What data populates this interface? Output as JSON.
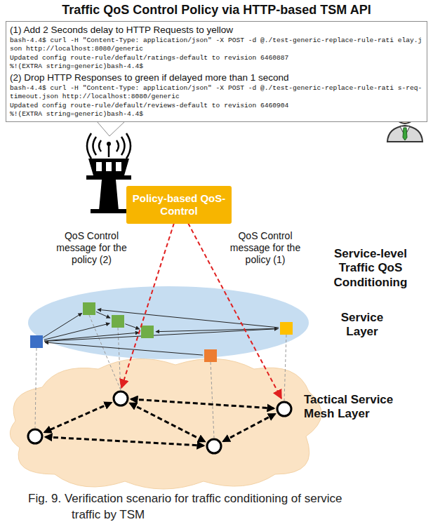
{
  "diagram": {
    "title": "Traffic QoS Control Policy via HTTP-based TSM API",
    "caption": "Fig. 9. Verification scenario for traffic conditioning of service traffic by TSM",
    "nodes": [
      {
        "text": [
          "(1) Add 2 Seconds delay to HTTP Requests to yellow",
          "bash-4.4$ curl -H \"Content-Type: application/json\" -X POST -d @./test-generic-replace-rule-rati elay.json http://localhost:8080/generic",
          "Updated config route-rule/default/ratings-default to revision 6460887",
          "%!(EXTRA string=generic)bash-4.4$",
          "(2) Drop HTTP Responses to green if delayed more than 1 second",
          "bash-4.4$ curl -H \"Content-Type: application/json\" -X POST -d @./test-generic-replace-rule-rati s-req-timeout.json http://localhost:8080/generic",
          "Updated config route-rule/default/reviews-default to revision 6460904",
          "%!(EXTRA string=generic)bash-4.4$"
        ]
      },
      {
        "text": [
          "Policy-based QoS-Control"
        ]
      }
    ],
    "labels": [
      "QoS Control message for the policy (2)",
      "QoS Control message for the policy (1)",
      "Service-level Traffic QoS Conditioning",
      "Service Layer",
      "Tactical Service Mesh Layer"
    ]
  }
}
